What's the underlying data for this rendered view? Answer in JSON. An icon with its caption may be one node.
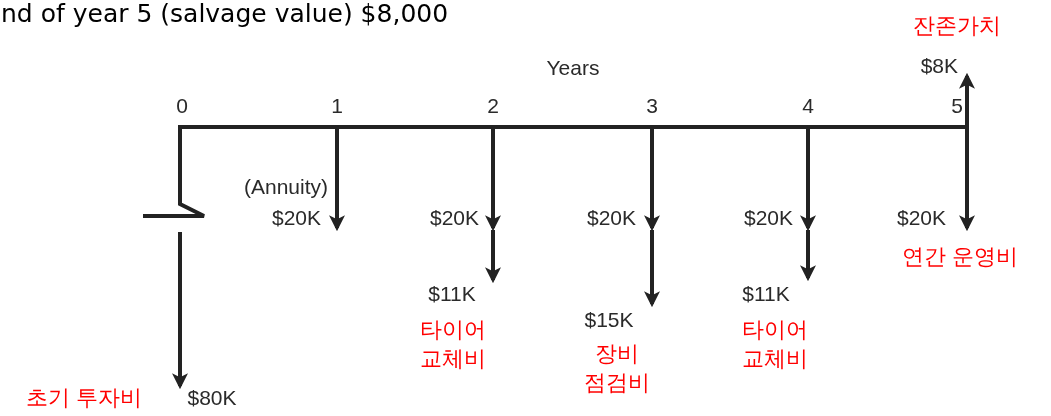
{
  "diagram": {
    "labels": [
      "nd of year 5 (salvage value) $8,000",
      "잔존가치",
      "Years",
      "$8K",
      "0",
      "1",
      "2",
      "3",
      "4",
      "5",
      "(Annuity)",
      "$20K",
      "$20K",
      "$20K",
      "$20K",
      "$20K",
      "$11K",
      "$15K",
      "$11K",
      "타이어 교체비",
      "장비 점검비",
      "타이어 교체비",
      "연간 운영비",
      "초기 투자비",
      "$80K"
    ]
  }
}
